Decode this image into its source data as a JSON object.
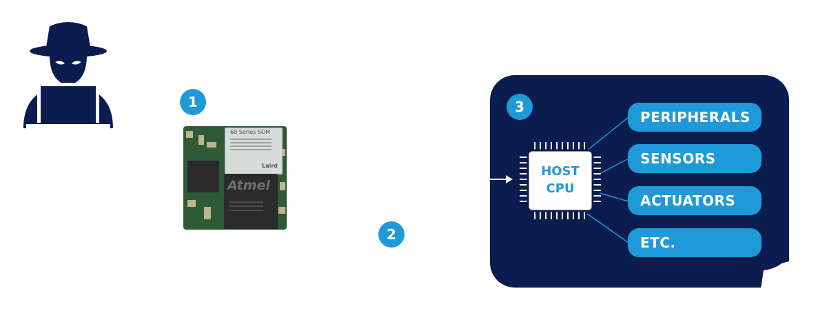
{
  "badges": {
    "one": "1",
    "two": "2",
    "three": "3"
  },
  "host_cpu": {
    "line1": "HOST",
    "line2": "CPU"
  },
  "pills": [
    "PERIPHERALS",
    "SENSORS",
    "ACTUATORS",
    "ETC."
  ],
  "board": {
    "shield_title": "60 Series SOM",
    "brand": "Laird",
    "chip_brand": "Atmel"
  },
  "icons": [
    "hacker-icon",
    "arrow-right-icon"
  ],
  "colors": {
    "navy": "#0b1d4e",
    "blue": "#1e9ad8"
  }
}
